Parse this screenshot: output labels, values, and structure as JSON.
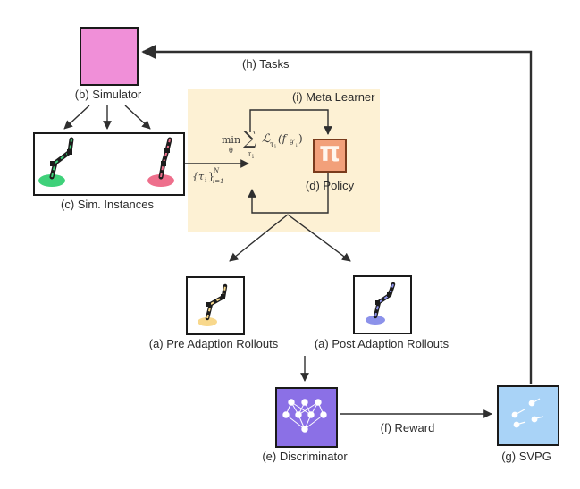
{
  "labels": {
    "simulator": "(b) Simulator",
    "tasks": "(h) Tasks",
    "meta_learner": "(i) Meta Learner",
    "sim_instances": "(c) Sim. Instances",
    "policy": "(d) Policy",
    "pre_rollouts": "(a) Pre Adaption Rollouts",
    "post_rollouts": "(a) Post Adaption Rollouts",
    "discriminator": "(e) Discriminator",
    "reward": "(f) Reward",
    "svpg": "(g) SVPG"
  },
  "math": {
    "min": "min",
    "theta": "θ",
    "sum": "∑",
    "tau_i": "τ",
    "tau_sub": "i",
    "loss": "ℒ",
    "loss_sub": "τ",
    "loss_sub_i": "i",
    "loss_arg": "(f",
    "loss_theta": "θ′",
    "loss_theta_sub": "i",
    "loss_close": ")",
    "set_open": "{τ",
    "set_sub": "i",
    "set_close": "}",
    "set_N": "N",
    "set_range": "i=1",
    "pi": "π"
  },
  "colors": {
    "simulator": "#f08fd8",
    "meta_bg": "#fdf1d4",
    "policy_fill": "#f2a07a",
    "policy_border": "#7a3b1c",
    "discriminator": "#8b70e6",
    "svpg": "#a9d3f7",
    "green": "#3fd17a",
    "red": "#ee6f8c",
    "yellow": "#f8d88c",
    "blue": "#8c92ea",
    "arrow": "#2f2f2f"
  }
}
